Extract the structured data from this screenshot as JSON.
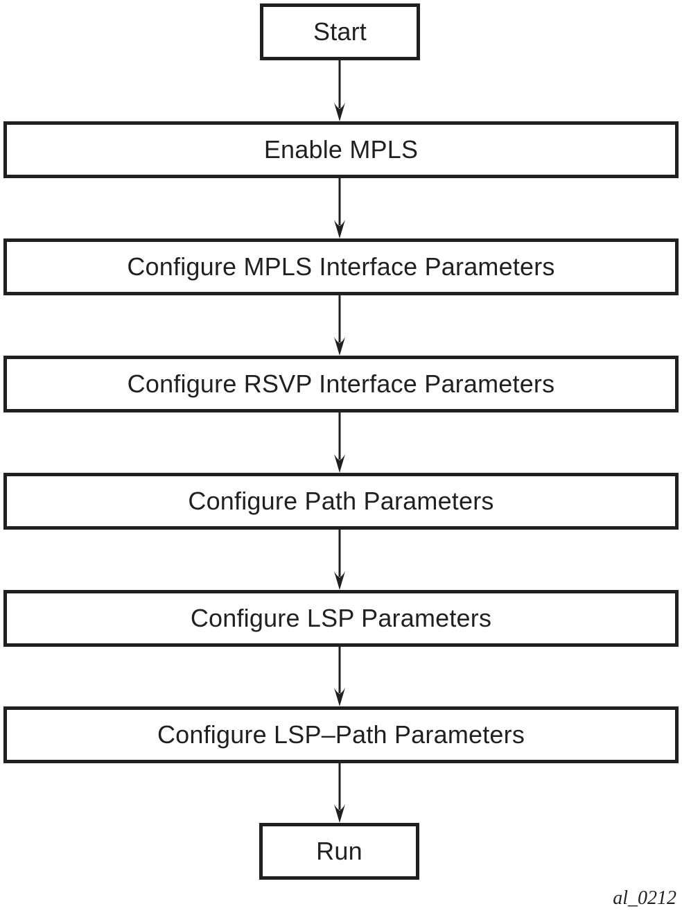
{
  "diagram": {
    "steps": [
      {
        "id": "start",
        "label": "Start",
        "type": "terminal"
      },
      {
        "id": "enable-mpls",
        "label": "Enable MPLS",
        "type": "process"
      },
      {
        "id": "mpls-interface-params",
        "label": "Configure MPLS Interface Parameters",
        "type": "process"
      },
      {
        "id": "rsvp-interface-params",
        "label": "Configure RSVP Interface Parameters",
        "type": "process"
      },
      {
        "id": "path-params",
        "label": "Configure Path Parameters",
        "type": "process"
      },
      {
        "id": "lsp-params",
        "label": "Configure LSP Parameters",
        "type": "process"
      },
      {
        "id": "lsp-path-params",
        "label": "Configure LSP–Path Parameters",
        "type": "process"
      },
      {
        "id": "run",
        "label": "Run",
        "type": "terminal"
      }
    ],
    "connections": [
      {
        "from": "start",
        "to": "enable-mpls",
        "direction": "down"
      },
      {
        "from": "enable-mpls",
        "to": "mpls-interface-params",
        "direction": "down"
      },
      {
        "from": "mpls-interface-params",
        "to": "rsvp-interface-params",
        "direction": "down"
      },
      {
        "from": "rsvp-interface-params",
        "to": "path-params",
        "direction": "down"
      },
      {
        "from": "path-params",
        "to": "lsp-params",
        "direction": "down"
      },
      {
        "from": "lsp-params",
        "to": "lsp-path-params",
        "direction": "down"
      },
      {
        "from": "lsp-path-params",
        "to": "run",
        "direction": "down"
      }
    ],
    "caption": "al_0212",
    "colors": {
      "ink": "#231f20",
      "background": "#ffffff"
    }
  }
}
